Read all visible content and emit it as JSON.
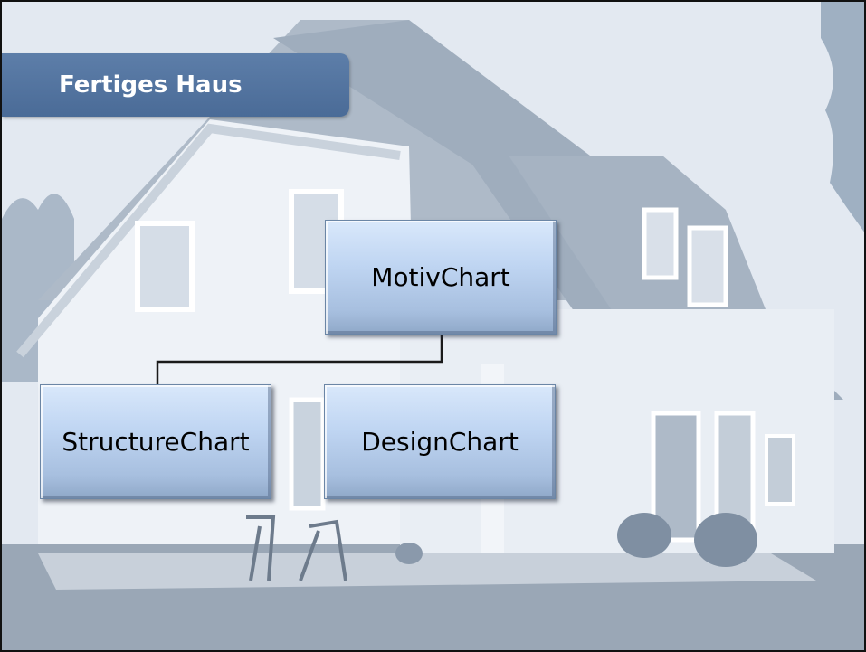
{
  "title": "Fertiges Haus",
  "diagram": {
    "root": "MotivChart",
    "children": [
      "StructureChart",
      "DesignChart"
    ]
  },
  "colors": {
    "banner": "#4f709c",
    "node_fill": "#bfd5f2",
    "connector": "#1a1a1a"
  }
}
